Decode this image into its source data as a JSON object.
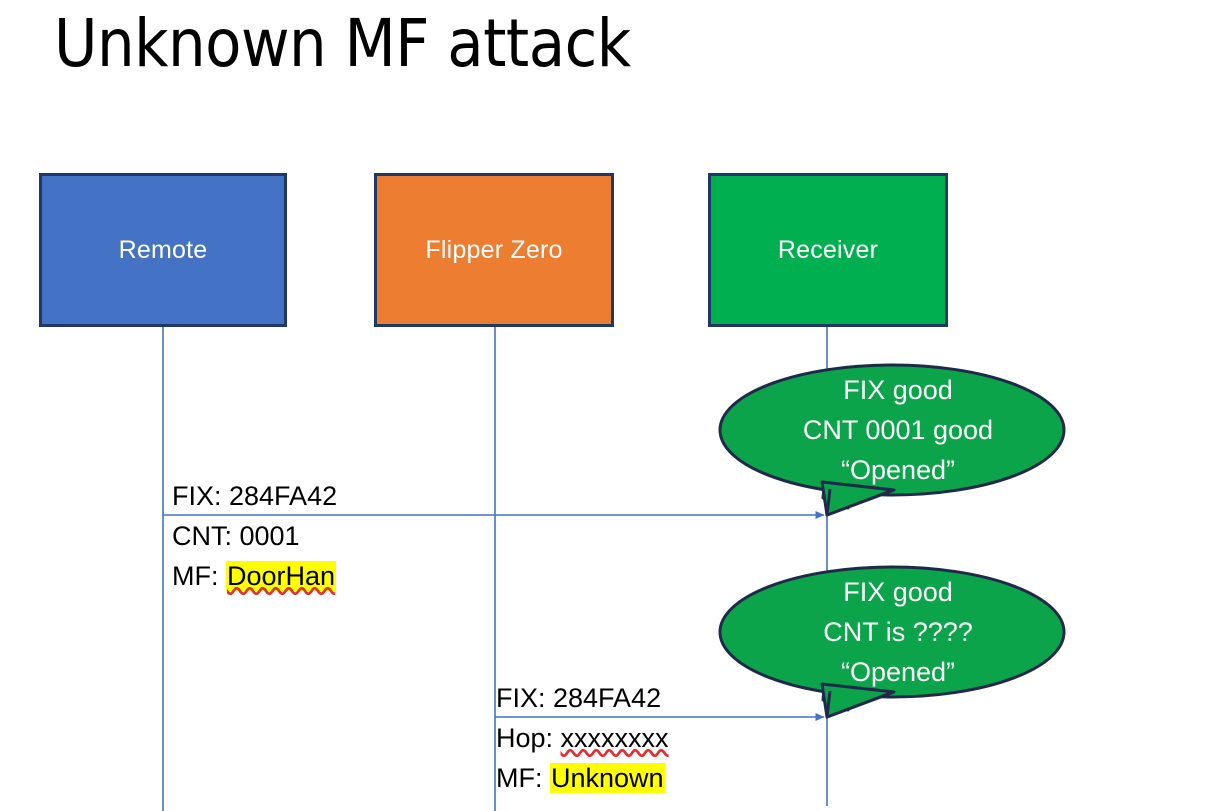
{
  "slide": {
    "title": "Unknown MF attack",
    "background": "#FFFFFF"
  },
  "colors": {
    "remote_fill": "#4472C4",
    "flipper_fill": "#ED7D31",
    "receiver_fill": "#00B050",
    "bubble_fill": "#0CA44A",
    "box_border": "#1F3864",
    "lifeline": "#4472C4",
    "arrow": "#4472C4",
    "highlight": "#FFFF00",
    "spellcheck_underline": "#E03030",
    "text_dark": "#000000",
    "text_light": "#FFFFFF"
  },
  "actors": [
    {
      "id": "remote",
      "label": "Remote"
    },
    {
      "id": "flipper",
      "label": "Flipper Zero"
    },
    {
      "id": "receiver",
      "label": "Receiver"
    }
  ],
  "messages": [
    {
      "id": "msg-1",
      "from": "remote",
      "to": "receiver",
      "lines": [
        {
          "text": "FIX: 284FA42",
          "highlight": false,
          "spellcheck": false
        },
        {
          "label": "CNT: ",
          "text": "0001",
          "highlight": false,
          "spellcheck": false
        },
        {
          "label": "MF: ",
          "text": "DoorHan",
          "highlight": true,
          "spellcheck": true
        }
      ]
    },
    {
      "id": "msg-2",
      "from": "flipper",
      "to": "receiver",
      "lines": [
        {
          "text": "FIX: 284FA42",
          "highlight": false,
          "spellcheck": false
        },
        {
          "label": "Hop: ",
          "text": "xxxxxxxx",
          "highlight": false,
          "spellcheck": true
        },
        {
          "label": "MF: ",
          "text": "Unknown",
          "highlight": true,
          "spellcheck": false
        }
      ]
    }
  ],
  "message_1": {
    "line1": "FIX: 284FA42",
    "line2_label": "CNT: ",
    "line2_value": "0001",
    "line3_label": "MF: ",
    "line3_value": "DoorHan"
  },
  "message_2": {
    "line1": "FIX: 284FA42",
    "line2_label": "Hop: ",
    "line2_value": "xxxxxxxx",
    "line3_label": "MF: ",
    "line3_value": "Unknown"
  },
  "bubbles": [
    {
      "id": "bubble-1",
      "owner": "receiver",
      "line1": "FIX good",
      "line2": "CNT 0001 good",
      "line3": "“Opened”"
    },
    {
      "id": "bubble-2",
      "owner": "receiver",
      "line1": "FIX good",
      "line2": "CNT is ????",
      "line3": "“Opened”"
    }
  ],
  "bubble_1": {
    "line1": "FIX good",
    "line2": "CNT 0001 good",
    "line3": "“Opened”"
  },
  "bubble_2": {
    "line1": "FIX good",
    "line2": "CNT is ????",
    "line3": "“Opened”"
  }
}
